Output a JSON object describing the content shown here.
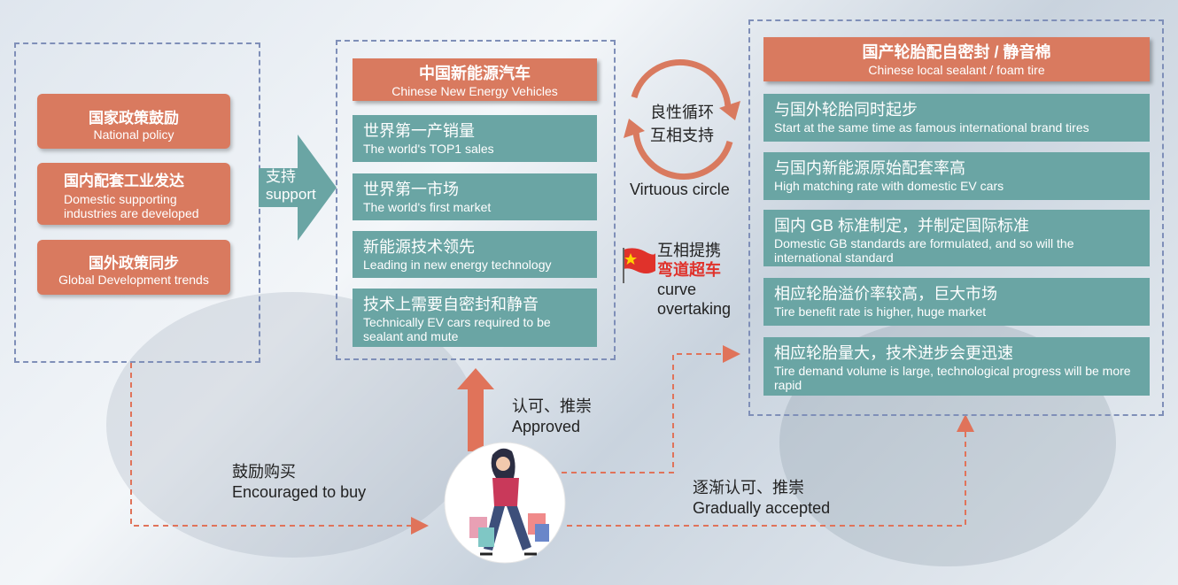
{
  "left_panel": {
    "items": [
      {
        "cn": "国家政策鼓励",
        "en": "National policy"
      },
      {
        "cn": "国内配套工业发达",
        "en": "Domestic supporting industries are developed"
      },
      {
        "cn": "国外政策同步",
        "en": "Global Development trends"
      }
    ]
  },
  "support_arrow": {
    "cn": "支持",
    "en": "support"
  },
  "middle_panel": {
    "header": {
      "cn": "中国新能源汽车",
      "en": "Chinese New Energy Vehicles"
    },
    "items": [
      {
        "cn": "世界第一产销量",
        "en": "The world's TOP1 sales"
      },
      {
        "cn": "世界第一市场",
        "en": "The world's first market"
      },
      {
        "cn": "新能源技术领先",
        "en": "Leading in new energy technology"
      },
      {
        "cn": "技术上需要自密封和静音",
        "en": "Technically EV cars required to be sealant and mute"
      }
    ]
  },
  "cycle": {
    "line1": "良性循环",
    "line2": "互相支持",
    "en": "Virtuous circle"
  },
  "overtake": {
    "line1": "互相提携",
    "line2": "弯道超车",
    "en1": "curve",
    "en2": "overtaking",
    "highlight_color": "#e0322b"
  },
  "right_panel": {
    "header": {
      "cn": "国产轮胎配自密封 / 静音棉",
      "en": "Chinese local sealant / foam tire"
    },
    "items": [
      {
        "cn": "与国外轮胎同时起步",
        "en": "Start at the same time as famous international brand tires"
      },
      {
        "cn": "与国内新能源原始配套率高",
        "en": "High matching rate with domestic EV cars"
      },
      {
        "cn": "国内 GB 标准制定，并制定国际标准",
        "en": "Domestic GB standards are formulated, and so will the international standard"
      },
      {
        "cn": "相应轮胎溢价率较高，巨大市场",
        "en": "Tire benefit rate is higher, huge market"
      },
      {
        "cn": "相应轮胎量大，技术进步会更迅速",
        "en": "Tire demand volume is large, technological progress will be more rapid"
      }
    ]
  },
  "flows": {
    "approved": {
      "cn": "认可、推崇",
      "en": "Approved"
    },
    "encouraged": {
      "cn": "鼓励购买",
      "en": "Encouraged to buy"
    },
    "gradual": {
      "cn": "逐渐认可、推崇",
      "en": "Gradually accepted"
    }
  },
  "icons": {
    "consumer": "shopper-woman-icon",
    "flag": "china-flag-icon",
    "cycle": "circular-arrows-icon"
  },
  "colors": {
    "accent": "#d97a5f",
    "teal": "#6aa5a4",
    "dash": "#7f8fb8",
    "arrow": "#e0735a"
  }
}
